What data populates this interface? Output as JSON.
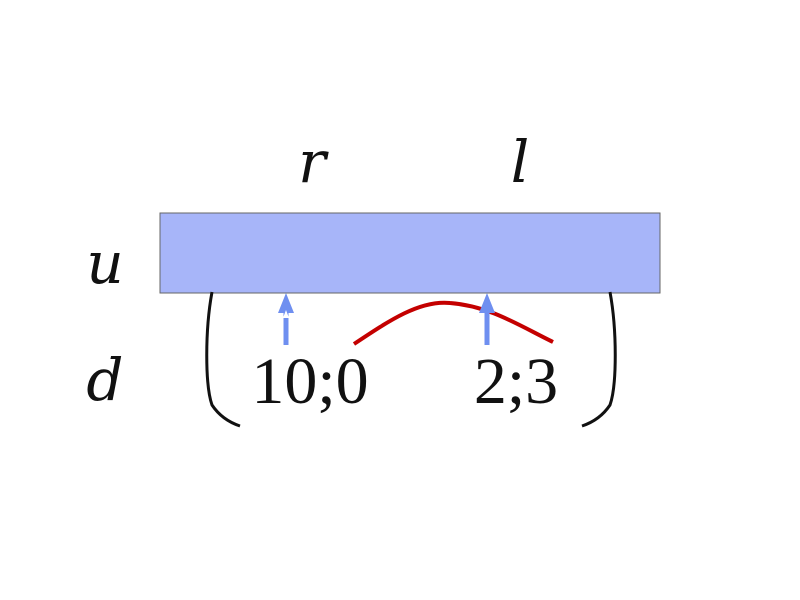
{
  "game": {
    "column_actions": [
      "r",
      "l"
    ],
    "row_actions": [
      "u",
      "d"
    ],
    "payoffs": {
      "d_r": "10;0",
      "d_l": "2;3"
    }
  },
  "colors": {
    "highlight_bar": "#a7b5f9",
    "arrow": "#6f8ff0",
    "curve": "#c40000",
    "bracket": "#111111"
  }
}
